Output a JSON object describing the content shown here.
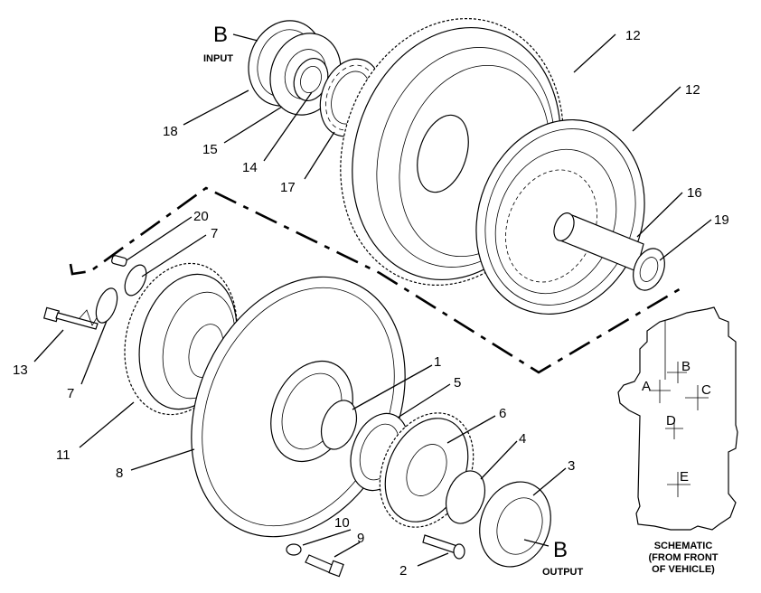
{
  "callouts": {
    "c1": "1",
    "c2": "2",
    "c3": "3",
    "c4": "4",
    "c5": "5",
    "c6": "6",
    "c7a": "7",
    "c7b": "7",
    "c8": "8",
    "c9": "9",
    "c10": "10",
    "c11": "11",
    "c12a": "12",
    "c12b": "12",
    "c13": "13",
    "c14": "14",
    "c15": "15",
    "c16": "16",
    "c17": "17",
    "c18": "18",
    "c19": "19",
    "c20": "20"
  },
  "input_marker": {
    "letter": "B",
    "label": "INPUT"
  },
  "output_marker": {
    "letter": "B",
    "label": "OUTPUT"
  },
  "schematic": {
    "points": {
      "a": "A",
      "b": "B",
      "c": "C",
      "d": "D",
      "e": "E"
    },
    "caption_line1": "SCHEMATIC",
    "caption_line2": "(FROM FRONT",
    "caption_line3": "OF VEHICLE)"
  }
}
